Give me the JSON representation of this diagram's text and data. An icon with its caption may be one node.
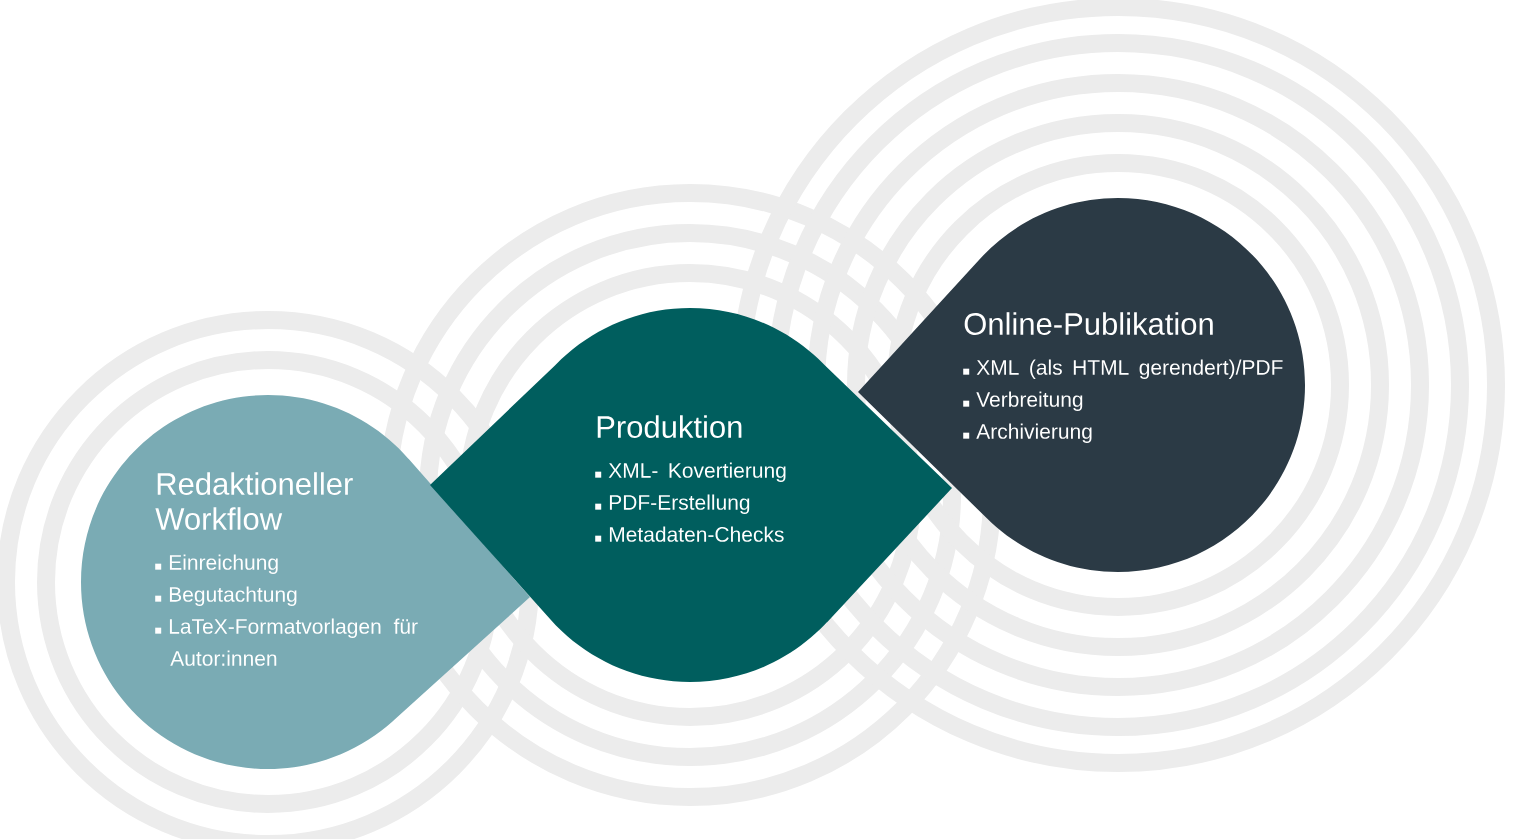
{
  "diagram": {
    "nodes": [
      {
        "text": [
          "Redaktioneller Workflow",
          "Einreichung",
          "Begutachtung",
          "LaTeX-Formatvorlagen für Autor:innen"
        ]
      },
      {
        "text": [
          "Produktion",
          "XML- Kovertierung",
          "PDF-Erstellung",
          "Metadaten-Checks"
        ]
      },
      {
        "text": [
          "Online-Publikation",
          "XML (als HTML gerendert)/PDF",
          "Verbreitung",
          "Archivierung"
        ]
      }
    ]
  }
}
